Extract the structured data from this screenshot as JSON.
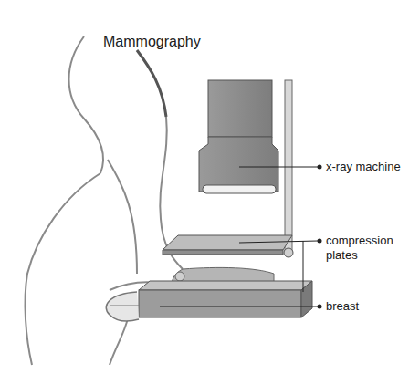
{
  "diagram": {
    "title": "Mammography",
    "labels": [
      "x-ray machine",
      "compression plates",
      "breast"
    ]
  }
}
